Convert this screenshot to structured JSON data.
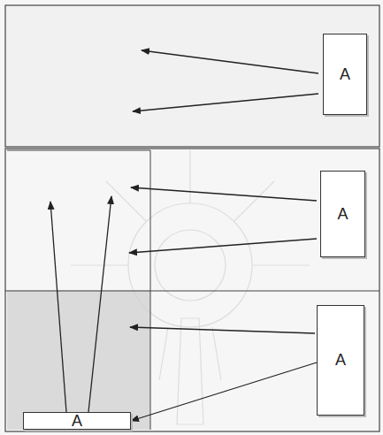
{
  "diagram": {
    "nodes": [
      {
        "text": [
          "A"
        ]
      },
      {
        "text": [
          "A"
        ]
      },
      {
        "text": [
          "A"
        ]
      },
      {
        "text": [
          "A"
        ]
      }
    ],
    "edges": [
      {
        "from": 2,
        "to": 3,
        "arrow": "to"
      }
    ]
  }
}
